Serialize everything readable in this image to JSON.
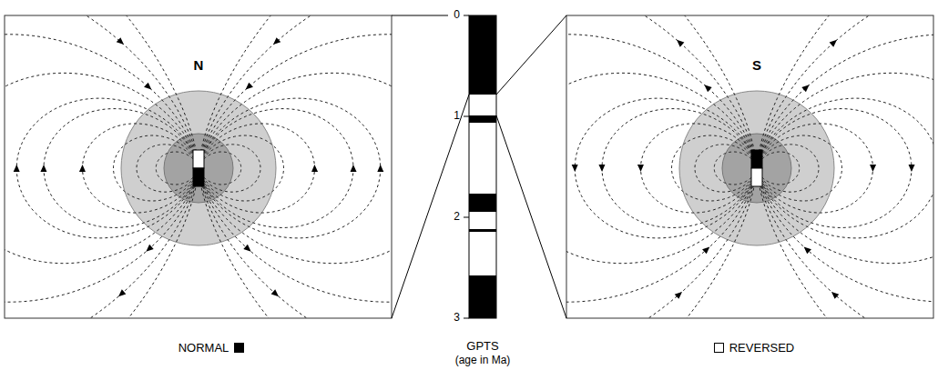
{
  "diagram": {
    "labels": [
      "N",
      "0",
      "1",
      "2",
      "3",
      "GPTS",
      "(age in Ma)",
      "S"
    ],
    "legend": [
      {
        "text": "NORMAL",
        "color": "#000000"
      },
      {
        "text": "REVERSED",
        "color": "#ffffff"
      }
    ]
  }
}
